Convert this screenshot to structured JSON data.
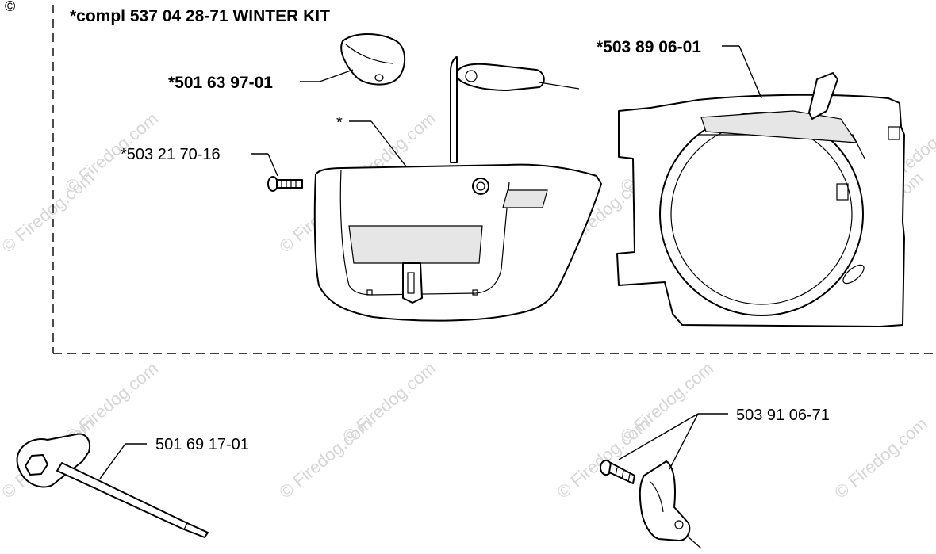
{
  "copyright_symbol": "©",
  "kit": {
    "title": "*compl 537 04 28-71 WINTER KIT"
  },
  "parts": [
    {
      "id": "p1",
      "label": "*501 63 97-01",
      "bold": true
    },
    {
      "id": "p2",
      "label": "*503 89 06-01",
      "bold": true
    },
    {
      "id": "p3",
      "label": "*",
      "bold": false
    },
    {
      "id": "p4",
      "label": "*503 21 70-16",
      "bold": false
    },
    {
      "id": "p5",
      "label": "501 69 17-01",
      "bold": false
    },
    {
      "id": "p6",
      "label": "503 91 06-71",
      "bold": false
    }
  ],
  "watermark": "© Firedog.com"
}
